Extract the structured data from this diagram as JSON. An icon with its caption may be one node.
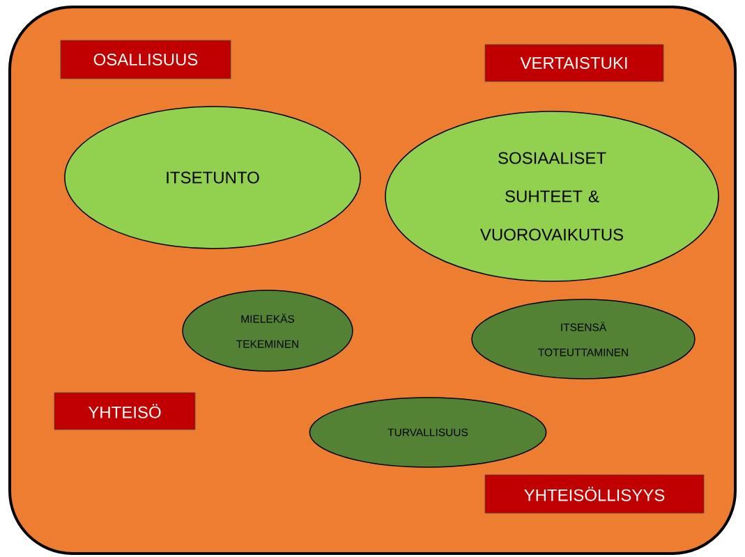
{
  "diagram": {
    "nodes": [
      {
        "text": [],
        "shape": "box"
      },
      {
        "text": [
          "OSALLISUUS"
        ],
        "in": 0
      },
      {
        "text": [
          "VERTAISTUKI"
        ],
        "in": 0
      },
      {
        "text": [
          "ITSETUNTO"
        ],
        "in": 0
      },
      {
        "text": [
          "SOSIAALISET SUHTEET & VUOROVAIKUTUS"
        ],
        "in": 0
      },
      {
        "text": [
          "MIELEKÄS TEKEMINEN"
        ],
        "in": 0
      },
      {
        "text": [
          "ITSENSÄ TOTEUTTAMINEN"
        ],
        "in": 0
      },
      {
        "text": [
          "YHTEISÖ"
        ],
        "in": 0
      },
      {
        "text": [
          "TURVALLISUUS"
        ],
        "in": 0
      },
      {
        "text": [
          "YHTEISÖLLISYYS"
        ],
        "in": 0
      }
    ]
  }
}
